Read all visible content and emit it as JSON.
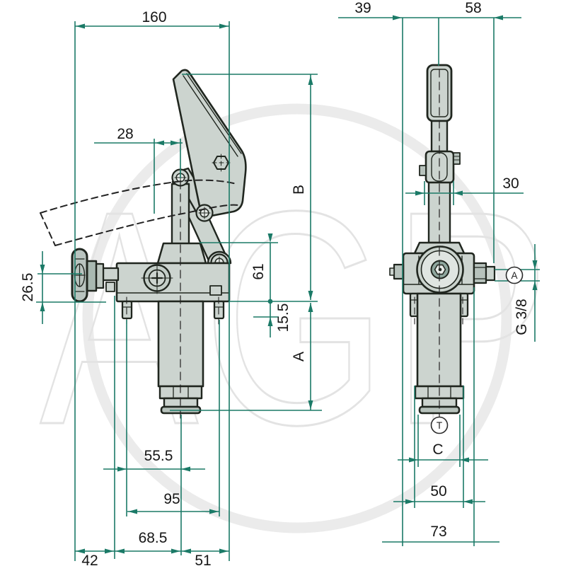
{
  "watermark": {
    "text": "AGP"
  },
  "colors": {
    "dimension_green": "#1b7a67",
    "part_fill": "#ccd4cf",
    "part_fill_dark": "#b0bfb8",
    "part_accent": "#8fa79e",
    "outline": "#20261f",
    "watermark_gray": "#e3e3e3",
    "label_text": "#161616"
  },
  "left_view": {
    "dimensions": {
      "total_width": "160",
      "lever_pivot_offset": "28",
      "knob_height": "26.5",
      "lever_height": "B",
      "body_height": "61",
      "stud_length": "15.5",
      "lower_height": "A",
      "stud_to_axis": "55.5",
      "stud_spacing": "95",
      "left_to_axis": "68.5",
      "left_offset": "42",
      "right_offset": "51"
    }
  },
  "right_view": {
    "dimensions": {
      "axis_to_left_edge": "39",
      "axis_to_port_tip": "58",
      "clevis_width": "30",
      "port_thread": "G 3/8",
      "cylinder_diameter": "C",
      "stud_spacing": "50",
      "body_width": "73"
    },
    "ports": {
      "pressure_port": "A",
      "tank_port": "T"
    }
  }
}
